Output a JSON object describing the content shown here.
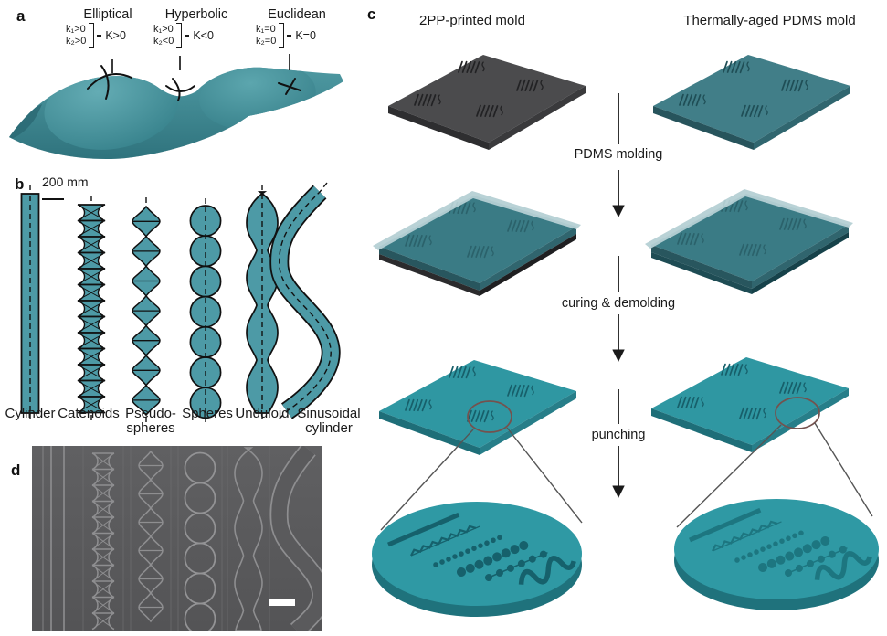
{
  "panels": {
    "a": "a",
    "b": "b",
    "c": "c",
    "d": "d"
  },
  "panel_a": {
    "groups": [
      {
        "title": "Elliptical",
        "k1": "k₁>0",
        "k2": "k₂>0",
        "K": "K>0"
      },
      {
        "title": "Hyperbolic",
        "k1": "k₁>0",
        "k2": "k₂<0",
        "K": "K<0"
      },
      {
        "title": "Euclidean",
        "k1": "k₁=0",
        "k2": "k₂=0",
        "K": "K=0"
      }
    ]
  },
  "panel_b": {
    "scale_label": "200 mm",
    "labels": [
      [
        "Cylinder"
      ],
      [
        "Catenoids"
      ],
      [
        "Pseudo-",
        "spheres"
      ],
      [
        "Spheres"
      ],
      [
        "Unduloid"
      ],
      [
        "Sinusoidal",
        "cylinder"
      ]
    ]
  },
  "panel_c": {
    "left_header": "2PP-printed mold",
    "right_header": "Thermally-aged PDMS mold",
    "steps": [
      "PDMS molding",
      "curing & demolding",
      "punching"
    ]
  },
  "colors": {
    "teal_fill": "#4d9aa6",
    "teal_bright": "#2f99a4",
    "teal_aged": "#417e88",
    "mold_dark": "#4b4b4d",
    "sem_background": "#5a5a5c",
    "annotation_circle": "#74524e"
  }
}
